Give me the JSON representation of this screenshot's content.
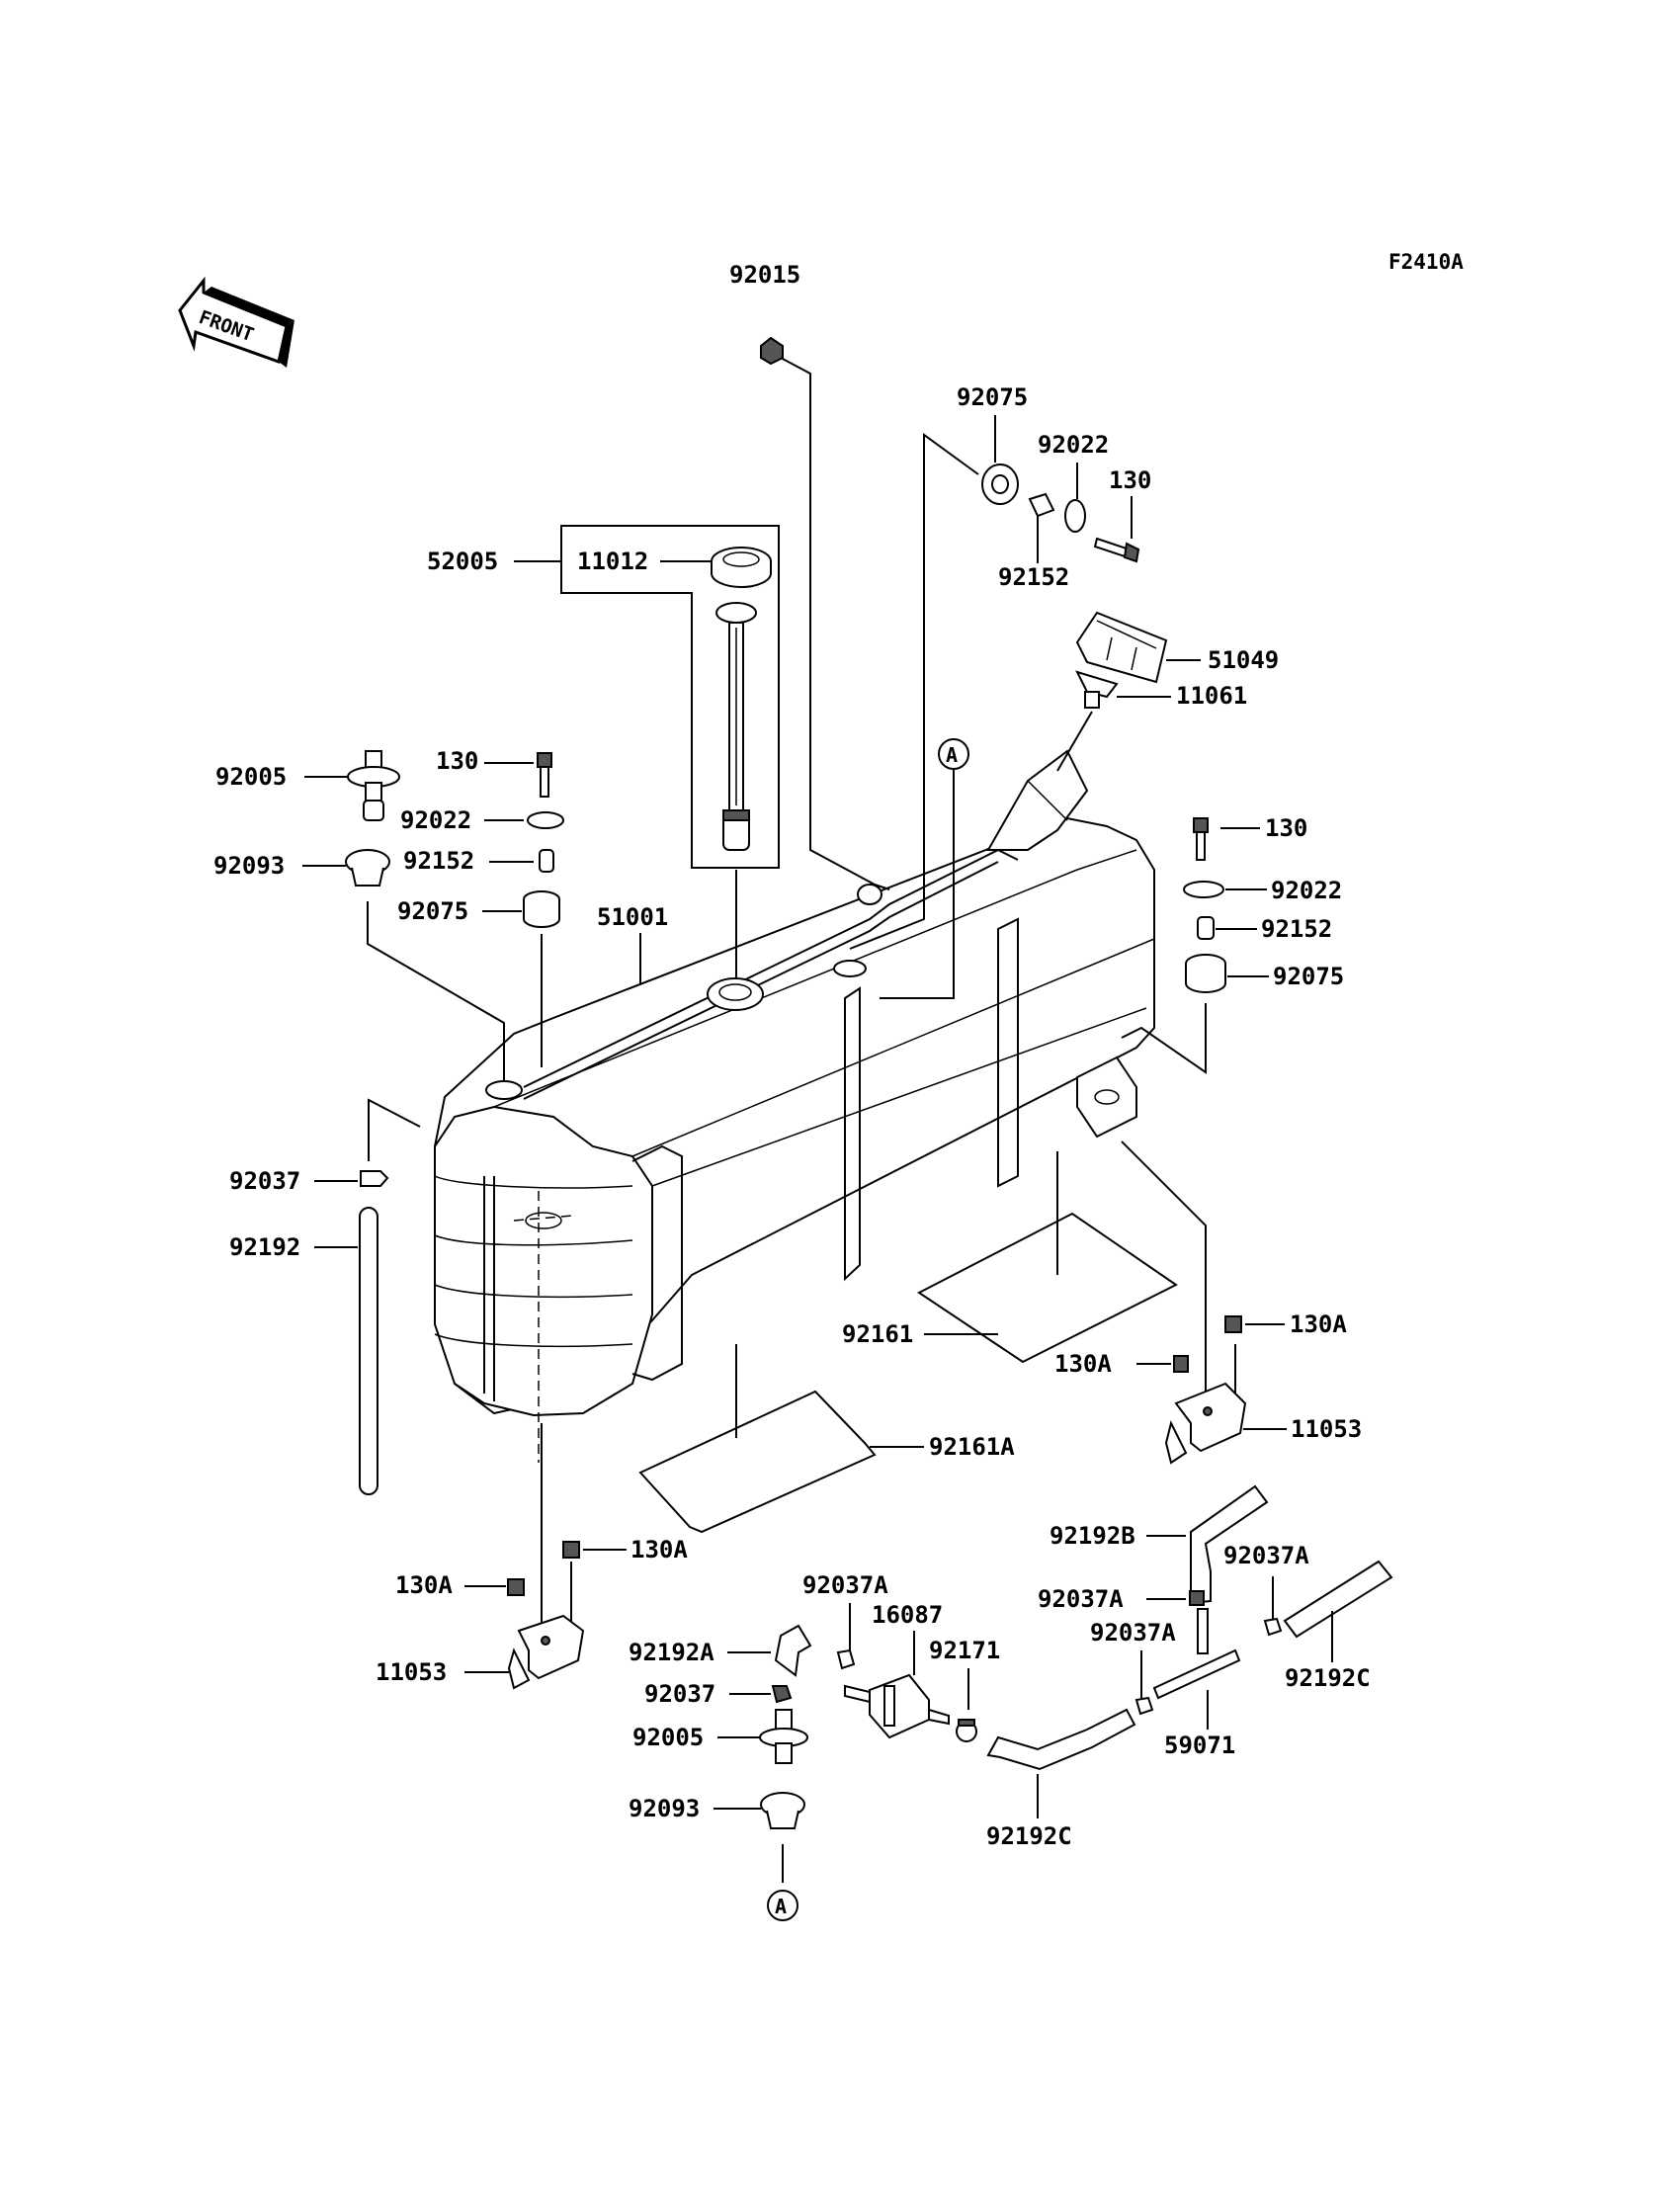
{
  "figure_code": "F2410A",
  "front_label": "FRONT",
  "callouts": {
    "c_92015": "92015",
    "c_92075_top": "92075",
    "c_92022_top": "92022",
    "c_130_top": "130",
    "c_92152_top": "92152",
    "c_52005": "52005",
    "c_11012": "11012",
    "c_51049": "51049",
    "c_11061": "11061",
    "c_92005_l": "92005",
    "c_130_l": "130",
    "c_92022_l": "92022",
    "c_92152_l": "92152",
    "c_92093_l": "92093",
    "c_92075_l": "92075",
    "c_51001": "51001",
    "c_130_r": "130",
    "c_92022_r": "92022",
    "c_92152_r": "92152",
    "c_92075_r": "92075",
    "c_92037_l": "92037",
    "c_92192_l": "92192",
    "c_92161": "92161",
    "c_130A_r1": "130A",
    "c_130A_r2": "130A",
    "c_11053_r": "11053",
    "c_92161A": "92161A",
    "c_130A_l1": "130A",
    "c_130A_l2": "130A",
    "c_11053_l": "11053",
    "c_92192B": "92192B",
    "c_92037A_1": "92037A",
    "c_92037A_2": "92037A",
    "c_92037A_3": "92037A",
    "c_92037A_4": "92037A",
    "c_16087": "16087",
    "c_92171": "92171",
    "c_92192A": "92192A",
    "c_92037_b": "92037",
    "c_92005_b": "92005",
    "c_92093_b": "92093",
    "c_92192C_r": "92192C",
    "c_92192C_b": "92192C",
    "c_59071": "59071",
    "ref_A1": "A",
    "ref_A2": "A"
  }
}
